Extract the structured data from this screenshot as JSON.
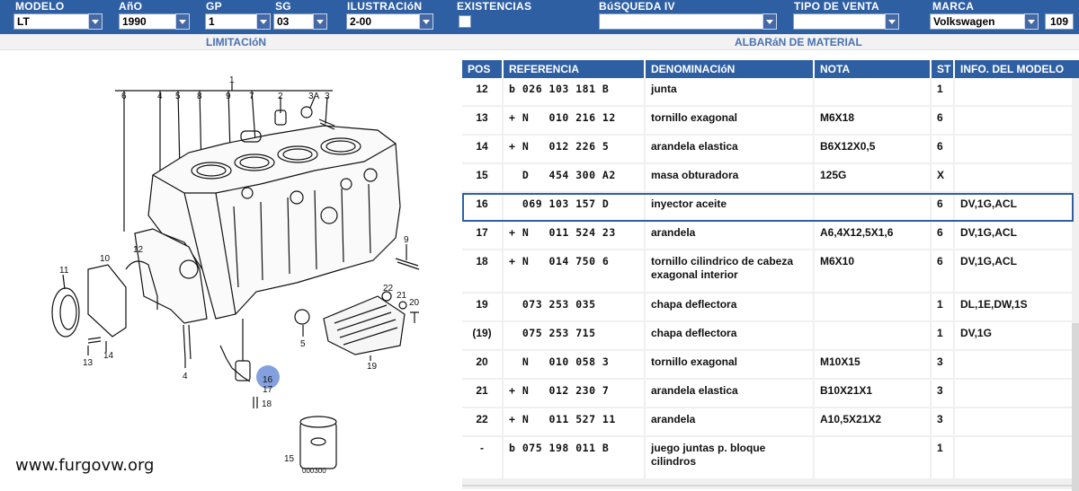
{
  "filters": {
    "modelo": {
      "label": "MODELO",
      "value": "LT"
    },
    "anio": {
      "label": "AñO",
      "value": "1990"
    },
    "gp": {
      "label": "GP",
      "value": "1"
    },
    "sg": {
      "label": "SG",
      "value": "03"
    },
    "ilustracion": {
      "label": "ILUSTRACIóN",
      "value": "2-00"
    },
    "existencias": {
      "label": "EXISTENCIAS",
      "checked": false
    },
    "busqueda": {
      "label": "BúSQUEDA IV",
      "value": ""
    },
    "tipo_venta": {
      "label": "TIPO DE VENTA",
      "value": ""
    },
    "marca": {
      "label": "MARCA",
      "value": "Volkswagen",
      "code": "109"
    }
  },
  "sections": {
    "left": "LIMITACIóN",
    "right": "ALBARáN DE MATERIAL"
  },
  "diagram": {
    "callouts": [
      "1",
      "6",
      "4",
      "5",
      "8",
      "9",
      "7",
      "2",
      "3A",
      "3",
      "9",
      "12",
      "10",
      "11",
      "13",
      "14",
      "4",
      "5",
      "19",
      "22",
      "21",
      "20",
      "16",
      "17",
      "18",
      "15"
    ],
    "jar_label": "000300",
    "watermark": "www.furgovw.org"
  },
  "table": {
    "headers": {
      "pos": "POS",
      "referencia": "REFERENCIA",
      "denominacion": "DENOMINACIóN",
      "nota": "NOTA",
      "st": "ST",
      "info": "INFO. DEL MODELO"
    },
    "rows": [
      {
        "pos": "12",
        "ref": "b 026 103 181 B",
        "den": "junta",
        "nota": "",
        "st": "1",
        "info": ""
      },
      {
        "pos": "13",
        "ref": "+ N   010 216 12",
        "den": "tornillo exagonal",
        "nota": "M6X18",
        "st": "6",
        "info": ""
      },
      {
        "pos": "14",
        "ref": "+ N   012 226 5",
        "den": "arandela elastica",
        "nota": "B6X12X0,5",
        "st": "6",
        "info": ""
      },
      {
        "pos": "15",
        "ref": "  D   454 300 A2",
        "den": "masa obturadora",
        "nota": "125G",
        "st": "X",
        "info": ""
      },
      {
        "pos": "16",
        "ref": "  069 103 157 D",
        "den": "inyector aceite",
        "nota": "",
        "st": "6",
        "info": "DV,1G,ACL"
      },
      {
        "pos": "17",
        "ref": "+ N   011 524 23",
        "den": "arandela",
        "nota": "A6,4X12,5X1,6",
        "st": "6",
        "info": "DV,1G,ACL"
      },
      {
        "pos": "18",
        "ref": "+ N   014 750 6",
        "den": "tornillo cilindrico de cabeza exagonal interior",
        "nota": "M6X10",
        "st": "6",
        "info": "DV,1G,ACL"
      },
      {
        "pos": "19",
        "ref": "  073 253 035",
        "den": "chapa deflectora",
        "nota": "",
        "st": "1",
        "info": "DL,1E,DW,1S"
      },
      {
        "pos": "(19)",
        "ref": "  075 253 715",
        "den": "chapa deflectora",
        "nota": "",
        "st": "1",
        "info": "DV,1G"
      },
      {
        "pos": "20",
        "ref": "  N   010 058 3",
        "den": "tornillo exagonal",
        "nota": "M10X15",
        "st": "3",
        "info": ""
      },
      {
        "pos": "21",
        "ref": "+ N   012 230 7",
        "den": "arandela elastica",
        "nota": "B10X21X1",
        "st": "3",
        "info": ""
      },
      {
        "pos": "22",
        "ref": "+ N   011 527 11",
        "den": "arandela",
        "nota": "A10,5X21X2",
        "st": "3",
        "info": ""
      },
      {
        "pos": "-",
        "ref": "b 075 198 011 B",
        "den": "juego juntas p. bloque cilindros",
        "nota": "",
        "st": "1",
        "info": ""
      }
    ],
    "highlighted_pos": "16"
  },
  "colors": {
    "primary": "#2f5fa3",
    "highlight_circle": "#6f8fd8",
    "section_text": "#4a72b0"
  }
}
